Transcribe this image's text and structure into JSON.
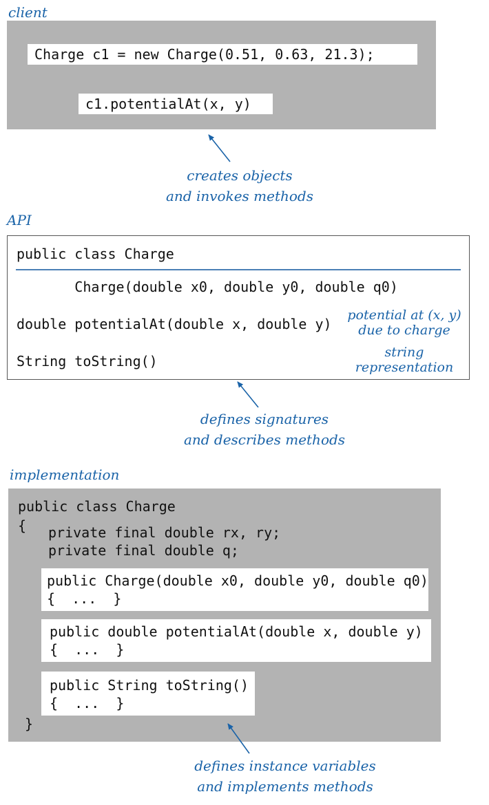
{
  "client": {
    "label": "client",
    "code_line1": "Charge c1 = new Charge(0.51, 0.63, 21.3);",
    "code_line2": "c1.potentialAt(x, y)",
    "caption_line1": "creates objects",
    "caption_line2": "and invokes methods"
  },
  "api": {
    "label": "API",
    "header": "public class Charge",
    "rows": [
      {
        "signature": "       Charge(double x0, double y0, double q0)",
        "desc1": "",
        "desc2": ""
      },
      {
        "signature": "double potentialAt(double x, double y)",
        "desc1": "potential at (x, y)",
        "desc2": "due to charge"
      },
      {
        "signature": "String toString()",
        "desc1": "string",
        "desc2": "representation"
      }
    ],
    "caption_line1": "defines signatures",
    "caption_line2": "and describes methods"
  },
  "implementation": {
    "label": "implementation",
    "class_decl": "public class Charge",
    "open_brace": "{",
    "field1": "private final double rx, ry;",
    "field2": "private final double q;",
    "methods": [
      {
        "line1": "public Charge(double x0, double y0, double q0)",
        "line2": "{  ...  }"
      },
      {
        "line1": "public double potentialAt(double x, double y)",
        "line2": "{  ...  }"
      },
      {
        "line1": "public String toString()",
        "line2": "{  ...  }"
      }
    ],
    "close_brace": "}",
    "caption_line1": "defines instance variables",
    "caption_line2": "and implements methods"
  },
  "colors": {
    "accent": "#1a63a8",
    "panel": "#b3b3b3",
    "rule": "#4a7fb5"
  }
}
